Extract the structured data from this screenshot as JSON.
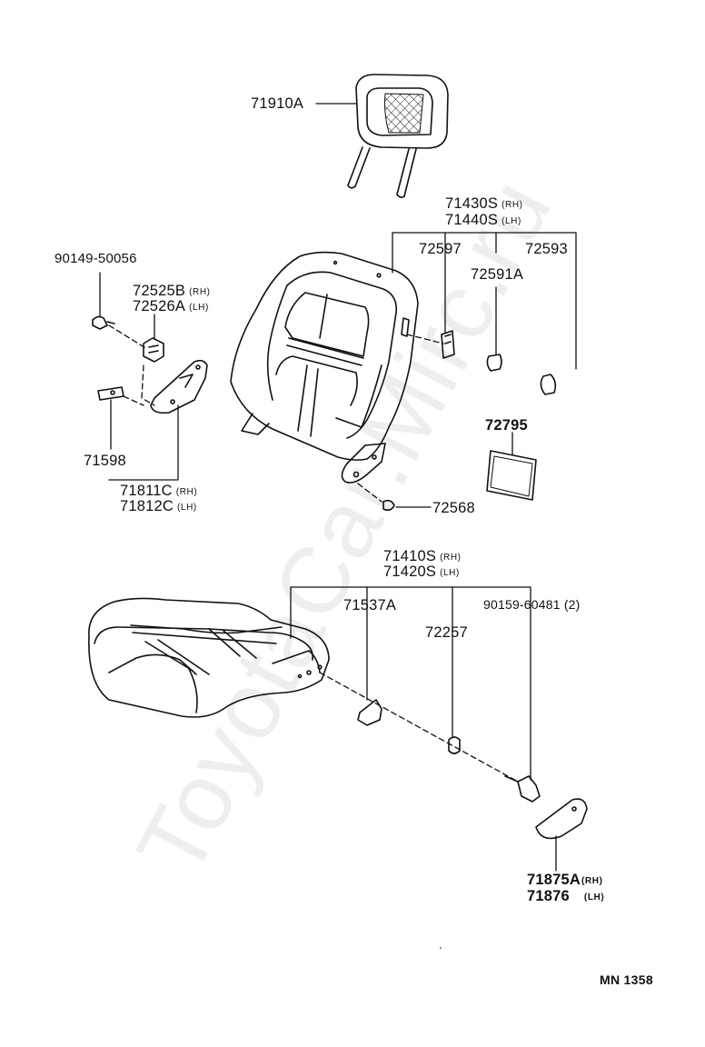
{
  "watermark": "ToyotaCar.Mirc.ru",
  "diagram_code": "MN 1358",
  "parts": {
    "headrest": "71910A",
    "back_rh": {
      "num": "71430S",
      "side": "(RH)"
    },
    "back_lh": {
      "num": "71440S",
      "side": "(LH)"
    },
    "p72597": "72597",
    "p72593": "72593",
    "p72591a": "72591A",
    "screw": "90149-50056",
    "p72525b": {
      "num": "72525B",
      "side": "(RH)"
    },
    "p72526a": {
      "num": "72526A",
      "side": "(LH)"
    },
    "p72795": "72795",
    "p71598": "71598",
    "p71811c": {
      "num": "71811C",
      "side": "(RH)"
    },
    "p71812c": {
      "num": "71812C",
      "side": "(LH)"
    },
    "p72568": "72568",
    "cushion_rh": {
      "num": "71410S",
      "side": "(RH)"
    },
    "cushion_lh": {
      "num": "71420S",
      "side": "(LH)"
    },
    "p71537a": "71537A",
    "bolt": "90159-60481 (2)",
    "p72257": "72257",
    "p71875a": {
      "num": "71875A",
      "side": "(RH)"
    },
    "p71876": {
      "num": "71876",
      "side": "(LH)"
    }
  }
}
